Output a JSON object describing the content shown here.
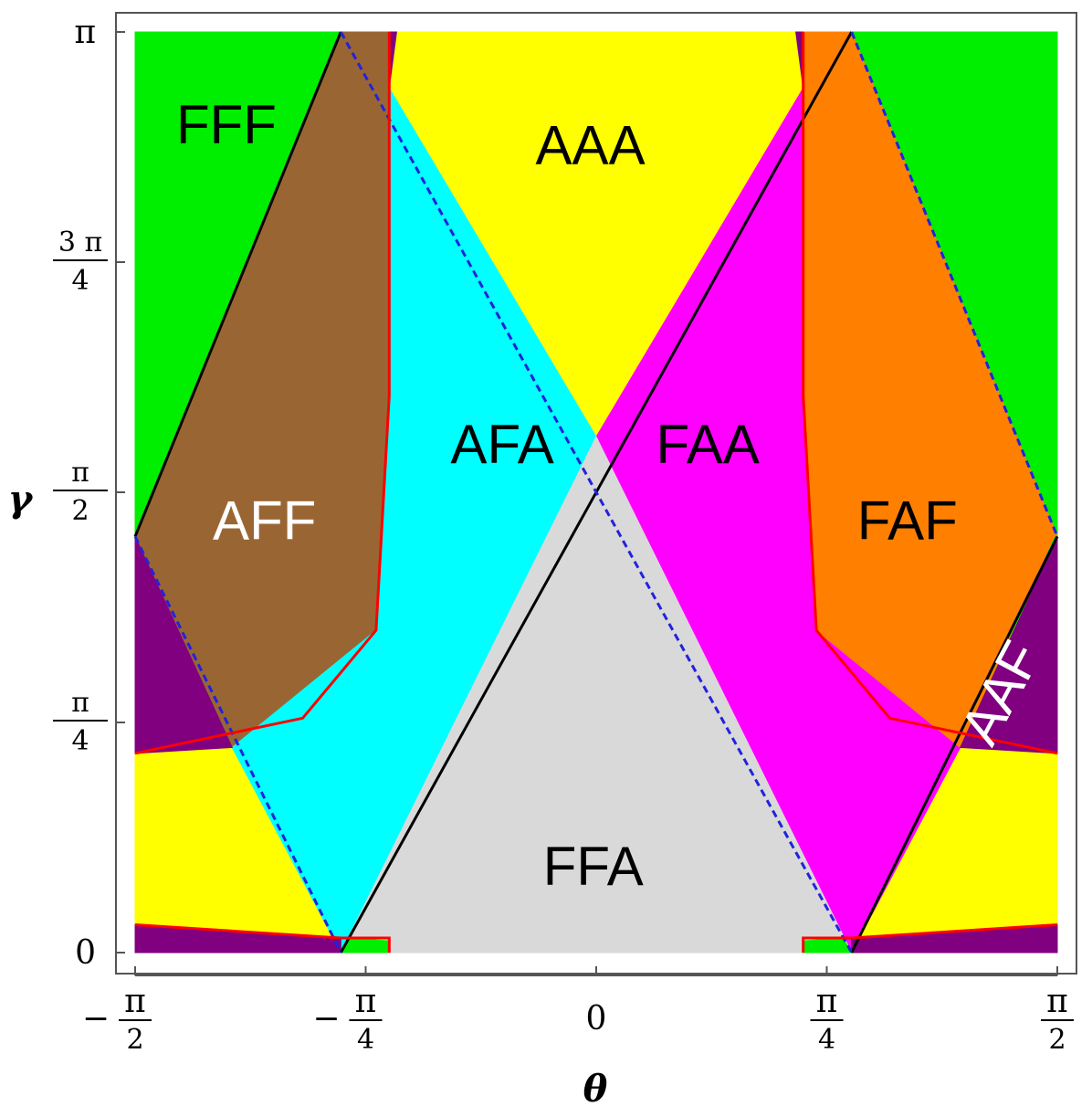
{
  "chart_data": {
    "type": "phase-diagram",
    "title": "",
    "xlabel": "θ",
    "ylabel": "γ",
    "xlim": [
      "-π/2",
      "π/2"
    ],
    "ylim": [
      "0",
      "π"
    ],
    "x_ticks": [
      {
        "value": -1.5708,
        "sign": "−",
        "num": "π",
        "den": "2"
      },
      {
        "value": -0.7854,
        "sign": "−",
        "num": "π",
        "den": "4"
      },
      {
        "value": 0,
        "sign": "",
        "num": "0",
        "den": ""
      },
      {
        "value": 0.7854,
        "sign": "",
        "num": "π",
        "den": "4"
      },
      {
        "value": 1.5708,
        "sign": "",
        "num": "π",
        "den": "2"
      }
    ],
    "y_ticks": [
      {
        "value": 0,
        "num": "0",
        "den": ""
      },
      {
        "value": 0.7854,
        "num": "π",
        "den": "4"
      },
      {
        "value": 1.5708,
        "num": "π",
        "den": "2"
      },
      {
        "value": 2.3562,
        "num": "3 π",
        "den": "4"
      },
      {
        "value": 3.1416,
        "num": "π",
        "den": ""
      }
    ],
    "colors": {
      "green": "#00ee00",
      "yellow": "#ffff00",
      "brown": "#996633",
      "cyan": "#00ffff",
      "magenta": "#ff00ff",
      "orange": "#ff8000",
      "purple": "#800080",
      "gray": "#d9d9d9",
      "red_boundary": "#ff0000",
      "blue_dashed": "#2222dd",
      "black_line": "#000000"
    },
    "regions": [
      {
        "name": "FFF",
        "color": "green",
        "label_color": "#000000",
        "x": -1.26,
        "y": 2.81,
        "rotate": 0
      },
      {
        "name": "AAA",
        "color": "yellow",
        "label_color": "#000000",
        "x": -0.02,
        "y": 2.74,
        "rotate": 0
      },
      {
        "name": "AFA",
        "color": "cyan",
        "label_color": "#000000",
        "x": -0.32,
        "y": 1.72,
        "rotate": 0
      },
      {
        "name": "FAA",
        "color": "magenta",
        "label_color": "#000000",
        "x": 0.38,
        "y": 1.72,
        "rotate": 0
      },
      {
        "name": "AFF",
        "color": "brown",
        "label_color": "#ffffff",
        "x": -1.13,
        "y": 1.46,
        "rotate": 0
      },
      {
        "name": "FAF",
        "color": "orange",
        "label_color": "#000000",
        "x": 1.06,
        "y": 1.46,
        "rotate": 0
      },
      {
        "name": "AAF",
        "color": "purple",
        "label_color": "#ffffff",
        "x": 1.39,
        "y": 0.88,
        "rotate": -62
      },
      {
        "name": "FFA",
        "color": "gray",
        "label_color": "#000000",
        "x": -0.01,
        "y": 0.28,
        "rotate": 0
      }
    ]
  }
}
